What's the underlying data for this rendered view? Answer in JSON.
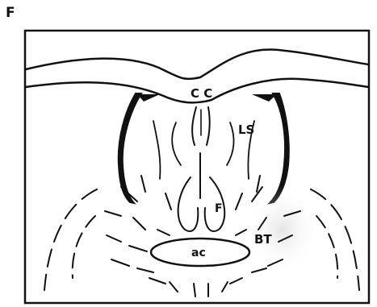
{
  "panel": {
    "letter": "F"
  },
  "labels": {
    "cc": "C C",
    "ls": "LS",
    "f": "F",
    "ac": "ac",
    "bt": "BT"
  }
}
